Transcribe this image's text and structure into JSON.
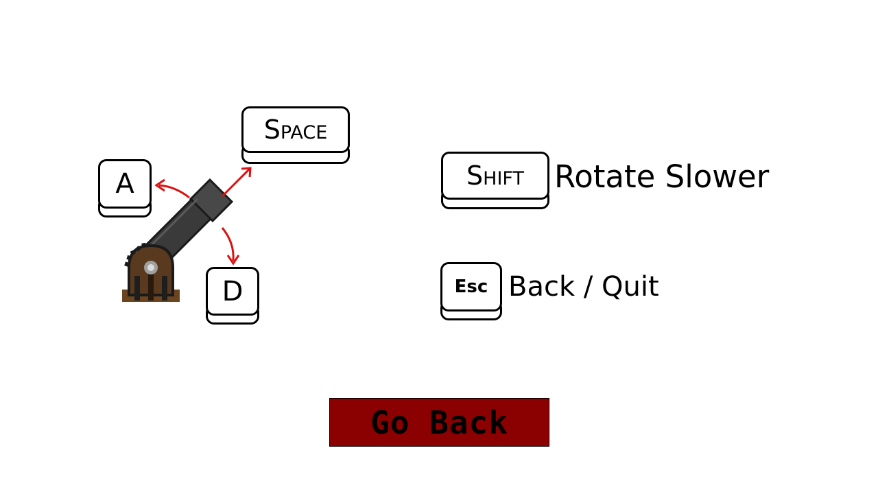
{
  "controls": {
    "rotate_left_key": "A",
    "rotate_right_key": "D",
    "fire_key": "Space",
    "slow_key": "Shift",
    "slow_label": "Rotate Slower",
    "quit_key": "Esc",
    "quit_label": "Back / Quit"
  },
  "go_back_button": {
    "label": "Go Back"
  },
  "colors": {
    "arrow": "#dd1111",
    "button_bg": "#8b0000",
    "cannon_barrel": "#3a3a3a",
    "cannon_wheel": "#5a3a1e"
  },
  "icons": {
    "cannon": "cannon-icon",
    "rotate_arrows": "curved-arrow-icon",
    "fire_arrow": "diagonal-arrow-icon"
  }
}
